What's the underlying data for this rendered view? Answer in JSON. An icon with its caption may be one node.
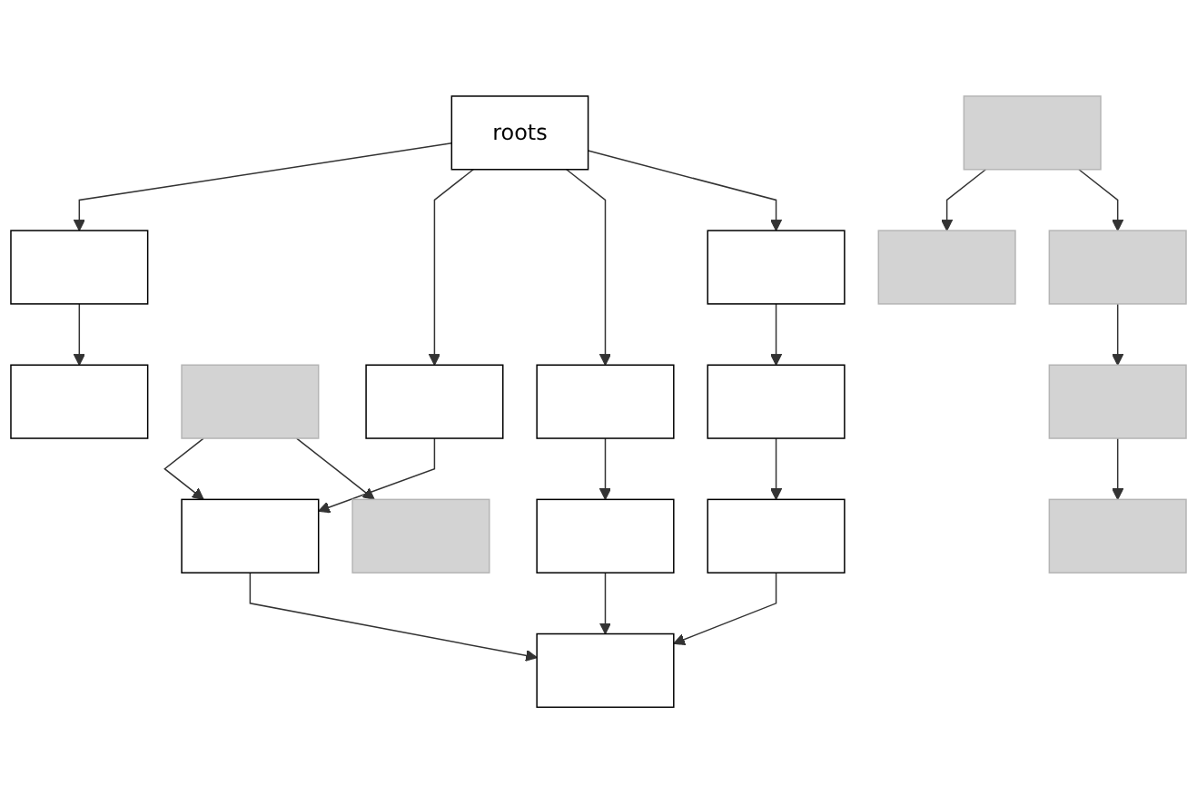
{
  "diagram": {
    "nodes": [
      {
        "text": [
          "roots"
        ]
      },
      {
        "text": [],
        "shape": "box"
      },
      {
        "text": [],
        "shape": "box"
      },
      {
        "text": [],
        "shape": "box"
      },
      {
        "text": [],
        "shape": "box"
      },
      {
        "text": [],
        "shape": "box"
      },
      {
        "text": [],
        "shape": "box"
      },
      {
        "text": [],
        "shape": "box"
      },
      {
        "text": [],
        "shape": "box"
      },
      {
        "text": [],
        "shape": "box"
      },
      {
        "text": [],
        "shape": "box"
      },
      {
        "text": [],
        "shape": "box"
      },
      {
        "text": [],
        "shape": "box"
      },
      {
        "text": [],
        "shape": "box"
      },
      {
        "text": [],
        "shape": "box"
      },
      {
        "text": [],
        "shape": "box"
      },
      {
        "text": [],
        "shape": "box"
      },
      {
        "text": [],
        "shape": "box"
      }
    ],
    "edges": [
      {
        "from": 0,
        "to": 1,
        "arrow": "to"
      },
      {
        "from": 0,
        "to": 2,
        "arrow": "to"
      },
      {
        "from": 0,
        "to": 4,
        "arrow": "to"
      },
      {
        "from": 0,
        "to": 5,
        "arrow": "to"
      },
      {
        "from": 1,
        "to": 7,
        "arrow": "to"
      },
      {
        "from": 2,
        "to": 8,
        "arrow": "to"
      },
      {
        "from": 3,
        "to": 8,
        "arrow": "to"
      },
      {
        "from": 3,
        "to": 9,
        "arrow": "to"
      },
      {
        "from": 4,
        "to": 13,
        "arrow": "to"
      },
      {
        "from": 5,
        "to": 10,
        "arrow": "to"
      },
      {
        "from": 6,
        "to": 11,
        "arrow": "to"
      },
      {
        "from": 6,
        "to": 12,
        "arrow": "to"
      },
      {
        "from": 8,
        "to": 16,
        "arrow": "to"
      },
      {
        "from": 13,
        "to": 16,
        "arrow": "to"
      },
      {
        "from": 14,
        "to": 16,
        "arrow": "to"
      },
      {
        "from": 10,
        "to": 14,
        "arrow": "to"
      },
      {
        "from": 12,
        "to": 15,
        "arrow": "to"
      },
      {
        "from": 15,
        "to": 17,
        "arrow": "to"
      }
    ]
  }
}
